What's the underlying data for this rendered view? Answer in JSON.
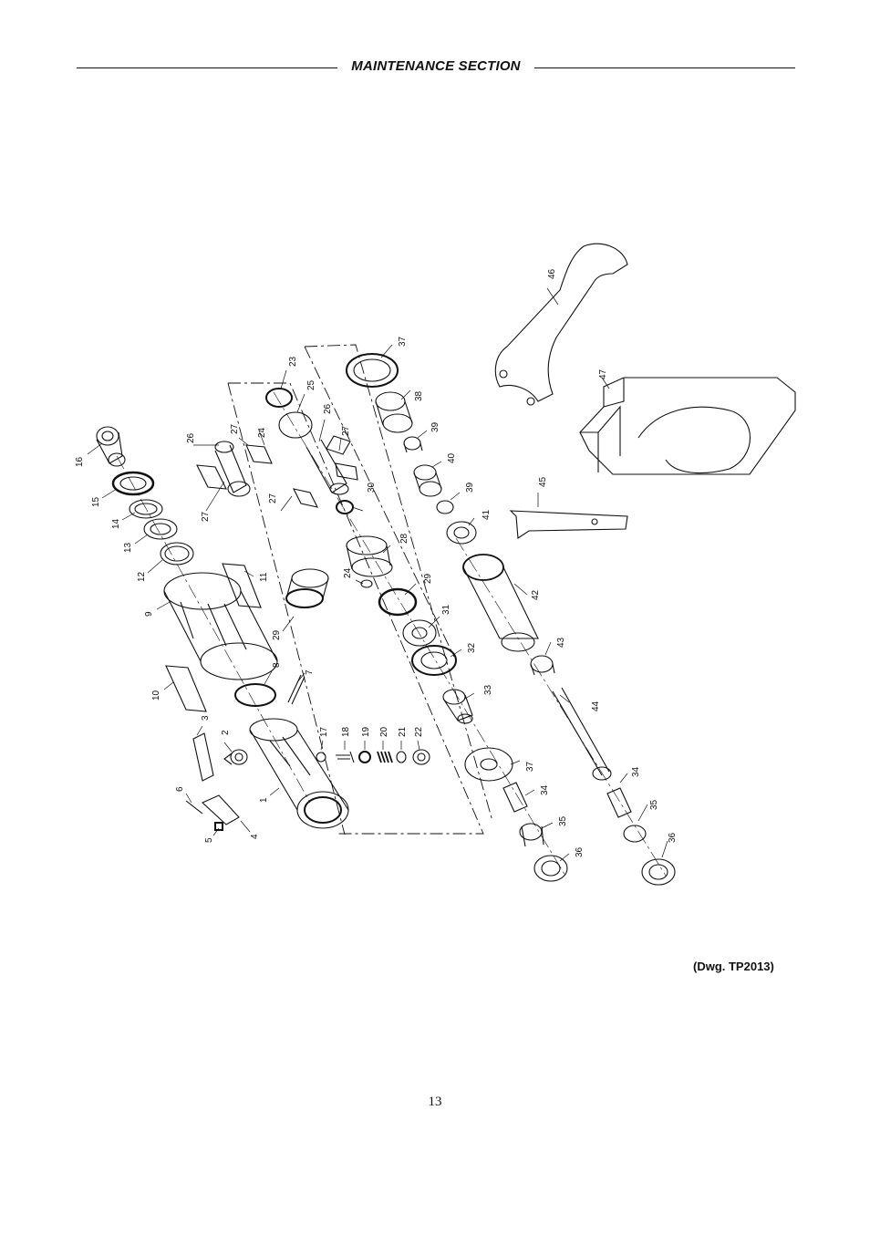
{
  "header": {
    "section_title": "MAINTENANCE SECTION"
  },
  "drawing": {
    "id_label": "(Dwg. TP2013)"
  },
  "page": {
    "number": "13"
  },
  "part_callouts": [
    "1",
    "2",
    "3",
    "4",
    "5",
    "6",
    "7",
    "8",
    "9",
    "10",
    "11",
    "12",
    "13",
    "14",
    "15",
    "16",
    "17",
    "18",
    "19",
    "20",
    "21",
    "22",
    "23",
    "24",
    "25",
    "26",
    "27",
    "28",
    "29",
    "30",
    "31",
    "32",
    "33",
    "34",
    "35",
    "36",
    "37",
    "38",
    "39",
    "40",
    "41",
    "42",
    "43",
    "44",
    "45",
    "46",
    "47"
  ]
}
